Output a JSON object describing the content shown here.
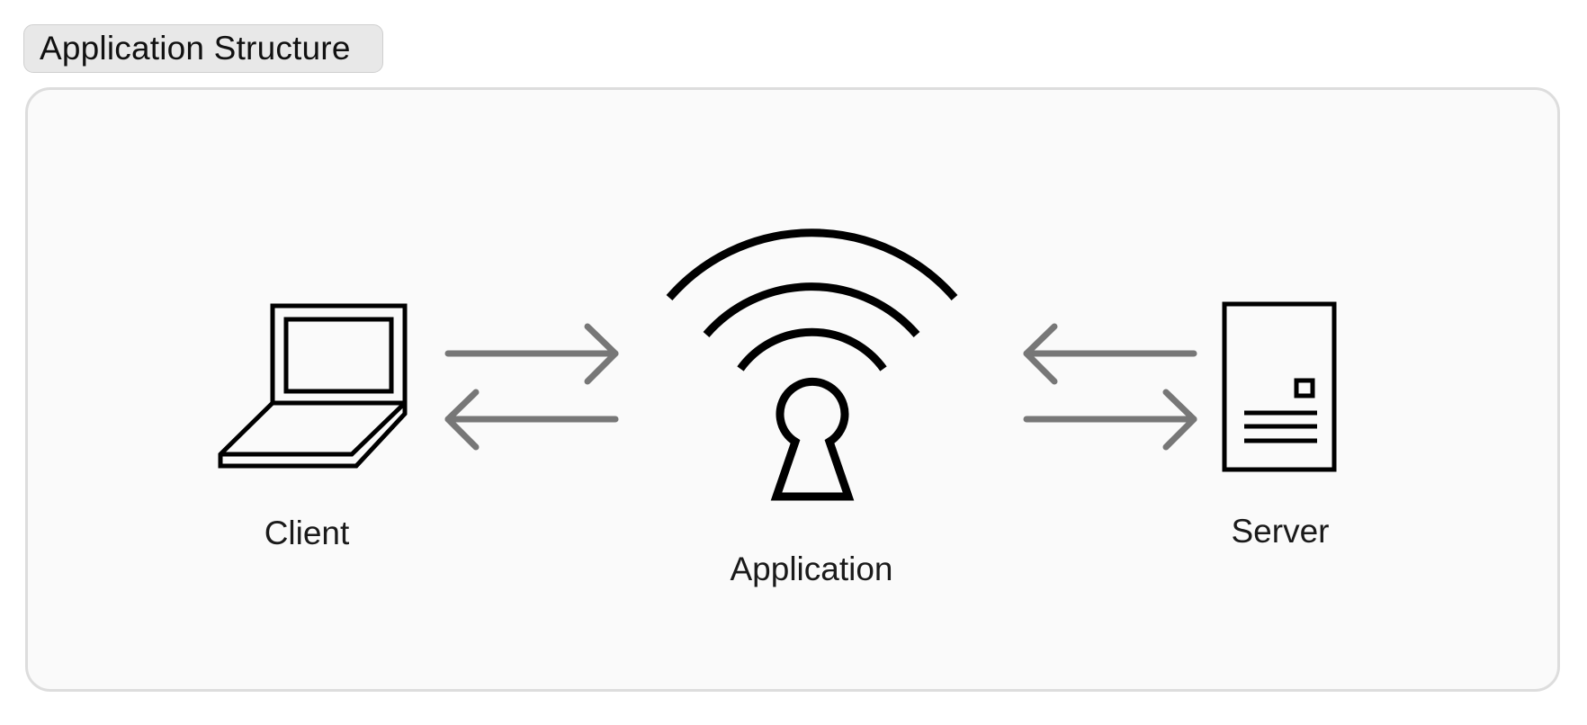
{
  "header": {
    "title": "Application Structure"
  },
  "nodes": {
    "client": {
      "label": "Client",
      "icon": "laptop-icon"
    },
    "application": {
      "label": "Application",
      "icon": "wireless-keyhole-icon"
    },
    "server": {
      "label": "Server",
      "icon": "server-tower-icon"
    }
  },
  "connections": [
    {
      "from": "client",
      "to": "application",
      "direction": "bidirectional"
    },
    {
      "from": "application",
      "to": "server",
      "direction": "bidirectional"
    }
  ],
  "colors": {
    "icon_stroke": "#000000",
    "arrow": "#777777",
    "panel_bg": "#fafafa",
    "panel_border": "#dddddd",
    "tag_bg": "#e8e8e8"
  }
}
